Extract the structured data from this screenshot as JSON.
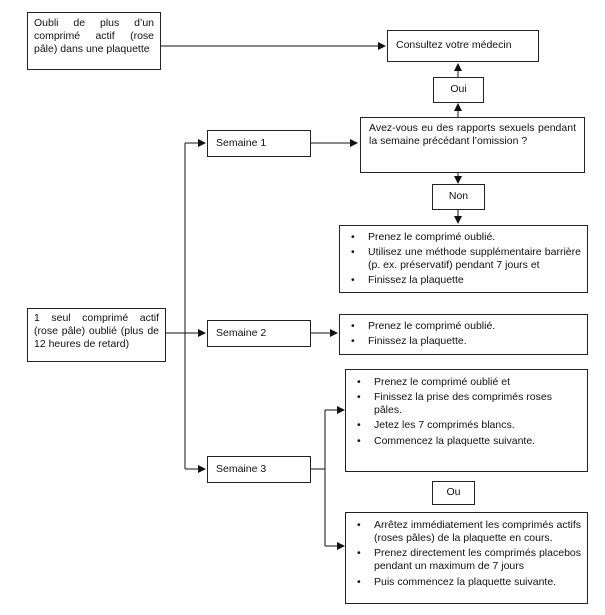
{
  "boxes": {
    "forgot_multiple": "Oubli de plus d’un comprimé actif (rose pâle) dans une plaquette",
    "consult_doctor": "Consultez votre médecin",
    "oui": "Oui",
    "question": "Avez-vous eu des rapports sexuels pendant la semaine précédant l’omission ?",
    "non": "Non",
    "week1": "Semaine 1",
    "week2": "Semaine 2",
    "week3": "Semaine 3",
    "single_missed": "1 seul comprimé actif (rose pâle) oublié (plus de 12 heures de retard)",
    "ou": "Ou"
  },
  "lists": {
    "week1_actions": [
      "Prenez le comprimé oublié.",
      "Utilisez une méthode supplémentaire barrière (p. ex. préservatif) pendant 7 jours et",
      "Finissez la plaquette"
    ],
    "week2_actions": [
      "Prenez le comprimé oublié.",
      "Finissez la plaquette."
    ],
    "week3_option1": [
      "Prenez le comprimé oublié et",
      "Finissez la prise des comprimés roses pâles.",
      "Jetez les 7 comprimés blancs.",
      "Commencez la plaquette suivante."
    ],
    "week3_option2": [
      "Arrêtez immédiatement les comprimés actifs (roses pâles) de la plaquette en cours.",
      "Prenez directement les comprimés placebos pendant un maximum de 7 jours",
      "Puis commencez la plaquette suivante."
    ]
  }
}
